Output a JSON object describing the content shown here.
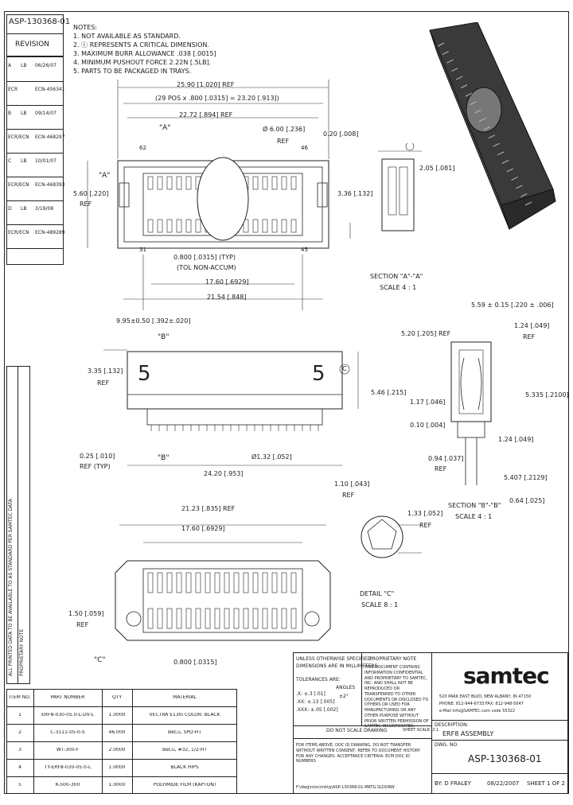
{
  "header": {
    "doc_no": "ASP-130368-01",
    "revision_label": "REVISION"
  },
  "revision_block": {
    "rows": [
      {
        "col1": "A",
        "col2": "LB",
        "col3": "06/26/07"
      },
      {
        "col1": "ECR",
        "col2": "",
        "col3": "ECN-456341"
      },
      {
        "col1": "B",
        "col2": "LB",
        "col3": "09/14/07"
      },
      {
        "col1": "ECR/ECN",
        "col2": "",
        "col3": "ECN-468297"
      },
      {
        "col1": "C",
        "col2": "LB",
        "col3": "10/01/07"
      },
      {
        "col1": "ECR/ECN",
        "col2": "",
        "col3": "ECN-468393"
      },
      {
        "col1": "D",
        "col2": "LB",
        "col3": "3/19/08"
      },
      {
        "col1": "ECR/ECN",
        "col2": "",
        "col3": "ECN-489289"
      }
    ]
  },
  "notes": {
    "title": "NOTES:",
    "items": [
      "1. NOT AVAILABLE AS STANDARD.",
      "2. ⓒ REPRESENTS A CRITICAL DIMENSION.",
      "3. MAXIMUM BURR ALLOWANCE .038 [.0015]",
      "4. MINIMUM PUSHOUT FORCE 2.22N [.5LB].",
      "5. PARTS TO BE PACKAGED IN TRAYS."
    ]
  },
  "top_view": {
    "overall": "25.90 [1.020] REF",
    "pitch": "(29 POS x .800 [.0315] = 23.20 [.913])",
    "d2": "22.72 [.894] REF",
    "section_a": "\"A\"",
    "vac": "Ø 6.00 [.236]",
    "vac_ref": "REF",
    "pos62": "62",
    "pos46": "46",
    "pos31": "31",
    "pos45": "45",
    "left_dim": "5.60 [.220]",
    "left_ref": "REF",
    "pitch_typ": "0.800 [.0315] (TYP)",
    "tol": "(TOL NON-ACCUM)",
    "d1760": "17.60 [.6929]",
    "d2154": "21.54 [.848]",
    "d020": "0.20 [.008]",
    "d205": "2.05 [.081]",
    "d336": "3.36 [.132]"
  },
  "section_aa": {
    "title": "SECTION \"A\"-\"A\"",
    "scale": "SCALE 4 : 1"
  },
  "side_view": {
    "d9958": "9.95±0.50 [.392±.020]",
    "label_b": "\"B\"",
    "label_b2": "\"B\"",
    "d335": "3.35 [.132]",
    "d335ref": "REF",
    "d546": "5.46 [.215]",
    "d025": "0.25 [.010]",
    "d025ref": "REF (TYP)",
    "d132": "Ø1.32 [.052]",
    "d2420": "24.20 [.953]",
    "detail_c": "C"
  },
  "section_bb": {
    "d559": "5.59 ± 0.15 [.220 ± .006]",
    "d520": "5.20 [.205] REF",
    "d124": "1.24 [.049]",
    "d124ref": "REF",
    "d5335": "5.335 [.2100]",
    "d117": "1.17 [.046]",
    "d010": "0.10 [.004]",
    "d124b": "1.24 [.049]",
    "d094": "0.94 [.037]",
    "d094ref": "REF",
    "d5407": "5.407 [.2129]",
    "d064": "0.64 [.025]",
    "title": "SECTION \"B\"-\"B\"",
    "scale": "SCALE 4 : 1"
  },
  "detail_c": {
    "d110": "1.10 [.043]",
    "d110ref": "REF",
    "d133": "1.33 [.052]",
    "d133ref": "REF",
    "title": "DETAIL \"C\"",
    "scale": "SCALE 8 : 1"
  },
  "bottom_view": {
    "d2123": "21.23 [.835] REF",
    "d1760": "17.60 [.6929]",
    "d150": "1.50 [.059]",
    "d150ref": "REF",
    "label_c": "\"C\"",
    "d0800": "0.800 [.0315]"
  },
  "vertical_note": "ALL PRINTED DATA TO BE AVAILABLE TO AS STANDARD PER SAMTEC DATA",
  "vertical_note2": "PROPRIETARY NOTE",
  "bom": {
    "headers": [
      "ITEM NO.",
      "PART NUMBER",
      "QTY",
      "MATERIAL"
    ],
    "rows": [
      [
        "1",
        "ERF8-030-05.0-L-DV-L",
        "1.0000",
        "VECTRA E130i COLOR: BLACK"
      ],
      [
        "2",
        "C-3111-05-0-S",
        "46.000",
        "BeCu, SPD-HT"
      ],
      [
        "3",
        "WT-300-F",
        "2.0000",
        "BeCu, #32, 1/2-HT"
      ],
      [
        "4",
        "TY-ERF8-030-05.0-L",
        "1.0000",
        "BLACK HIPS"
      ],
      [
        "5",
        "K-500-300",
        "1.0000",
        "POLYIMIDE FILM (KAPTON)"
      ]
    ]
  },
  "title_block": {
    "unless": "UNLESS OTHERWISE SPECIFIED,",
    "dims": "DIMENSIONS ARE IN MILLIMETERS",
    "tolerances": "TOLERANCES ARE:",
    "angles": "ANGLES",
    "ang_tol": "±2°",
    "tol1": ".X: ±.3 [.01]",
    "tol2": ".XX: ±.13 [.005]",
    "tol3": ".XXX: ±.05 [.002]",
    "proprietary_title": "PROPRIETARY NOTE",
    "proprietary_body": "THIS DOCUMENT CONTAINS INFORMATION CONFIDENTIAL AND PROPRIETARY TO SAMTEC, INC. AND SHALL NOT BE REPRODUCED OR TRANSFERRED TO OTHER DOCUMENTS OR DISCLOSED TO OTHERS OR USED FOR MANUFACTURING OR ANY OTHER PURPOSE WITHOUT PRIOR WRITTEN PERMISSION OF SAMTEC INCORPORATED.",
    "do_not_scale": "DO NOT SCALE DRAWING",
    "sheet_scale": "SHEET SCALE: 2:1",
    "drawing_note": "FOR ITEMS ABOVE: DOC ID DRAWING, DO NOT TRANSFER WITHOUT WRITTEN CONSENT, REFER TO DOCUMENT HISTORY FOR ANY CHANGES. ACCEPTANCE CRITERIA: ECM DOC ID NUMBERS",
    "filepath": "F:\\dwg\\misc\\mktg\\ASP-130368-01-MKTG.SLDDRW",
    "logo": "samtec",
    "address": "520 PARK EAST BLVD, NEW ALBANY, IN 47150",
    "phone": "PHONE: 812-944-6733   FAX: 812-948-5047",
    "email": "e-Mail info@SAMTEC.com   code 55322",
    "desc_label": "DESCRIPTION:",
    "desc": "ERF8 ASSEMBLY",
    "dwg_label": "DWG. NO.",
    "dwg": "ASP-130368-01",
    "by": "BY: D FRALEY",
    "date": "08/22/2007",
    "sheet": "SHEET 1 OF 2"
  }
}
